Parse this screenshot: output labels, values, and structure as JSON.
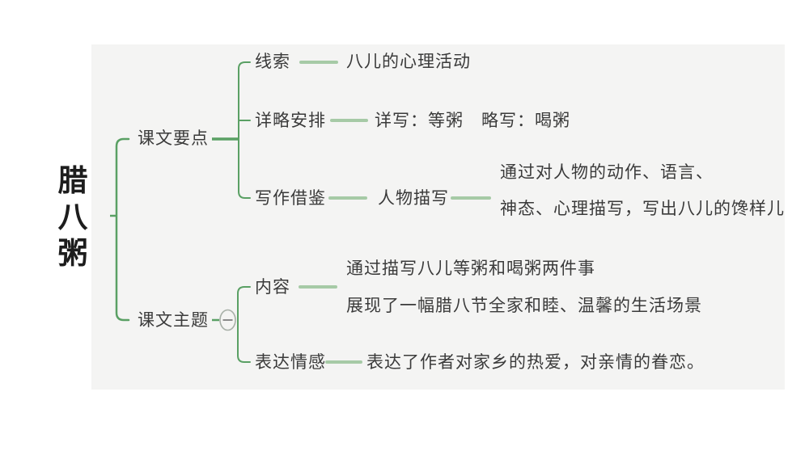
{
  "root": {
    "title": "腊八粥"
  },
  "branches": [
    {
      "label": "课文要点",
      "children": [
        {
          "label": "线索",
          "detail": "八儿的心理活动"
        },
        {
          "label": "详略安排",
          "detail": "详写：等粥　略写：喝粥"
        },
        {
          "label": "写作借鉴",
          "sub_label": "人物描写",
          "detail_line1": "通过对人物的动作、语言、",
          "detail_line2": "神态、心理描写，写出八儿的馋样儿"
        }
      ]
    },
    {
      "label": "课文主题",
      "toggle_symbol": "−",
      "children": [
        {
          "label": "内容",
          "detail_line1": "通过描写八儿等粥和喝粥两件事",
          "detail_line2": "展现了一幅腊八节全家和睦、温馨的生活场景"
        },
        {
          "label": "表达情感",
          "detail": "表达了作者对家乡的热爱，对亲情的眷恋。"
        }
      ]
    }
  ],
  "icons": {
    "collapse_toggle": "minus-in-circle"
  },
  "colors": {
    "canvas_background": "#f4f4f3",
    "page_background": "#ffffff",
    "branch_dark_green": "#5aa064",
    "branch_light_green": "#a6caa6",
    "toggle_outline_gray": "#a8b0a8",
    "text_color": "#3a3a3a",
    "title_color": "#1d1d1d"
  }
}
